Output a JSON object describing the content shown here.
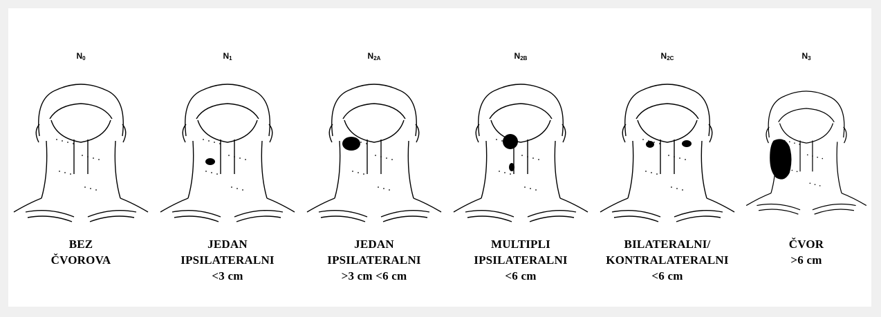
{
  "panels": [
    {
      "stage_main": "N",
      "stage_sub": "0",
      "lines": [
        "BEZ",
        "ČVOROVA"
      ]
    },
    {
      "stage_main": "N",
      "stage_sub": "1",
      "lines": [
        "JEDAN",
        "IPSILATERALNI",
        "<3 cm"
      ]
    },
    {
      "stage_main": "N",
      "stage_sub": "2A",
      "lines": [
        "JEDAN",
        "IPSILATERALNI",
        ">3 cm <6 cm"
      ]
    },
    {
      "stage_main": "N",
      "stage_sub": "2B",
      "lines": [
        "MULTIPLI",
        "IPSILATERALNI",
        "<6 cm"
      ]
    },
    {
      "stage_main": "N",
      "stage_sub": "2C",
      "lines": [
        "BILATERALNI/",
        "KONTRALATERALNI",
        "<6 cm"
      ]
    },
    {
      "stage_main": "N",
      "stage_sub": "3",
      "lines": [
        "ČVOR",
        ">6 cm"
      ]
    }
  ]
}
